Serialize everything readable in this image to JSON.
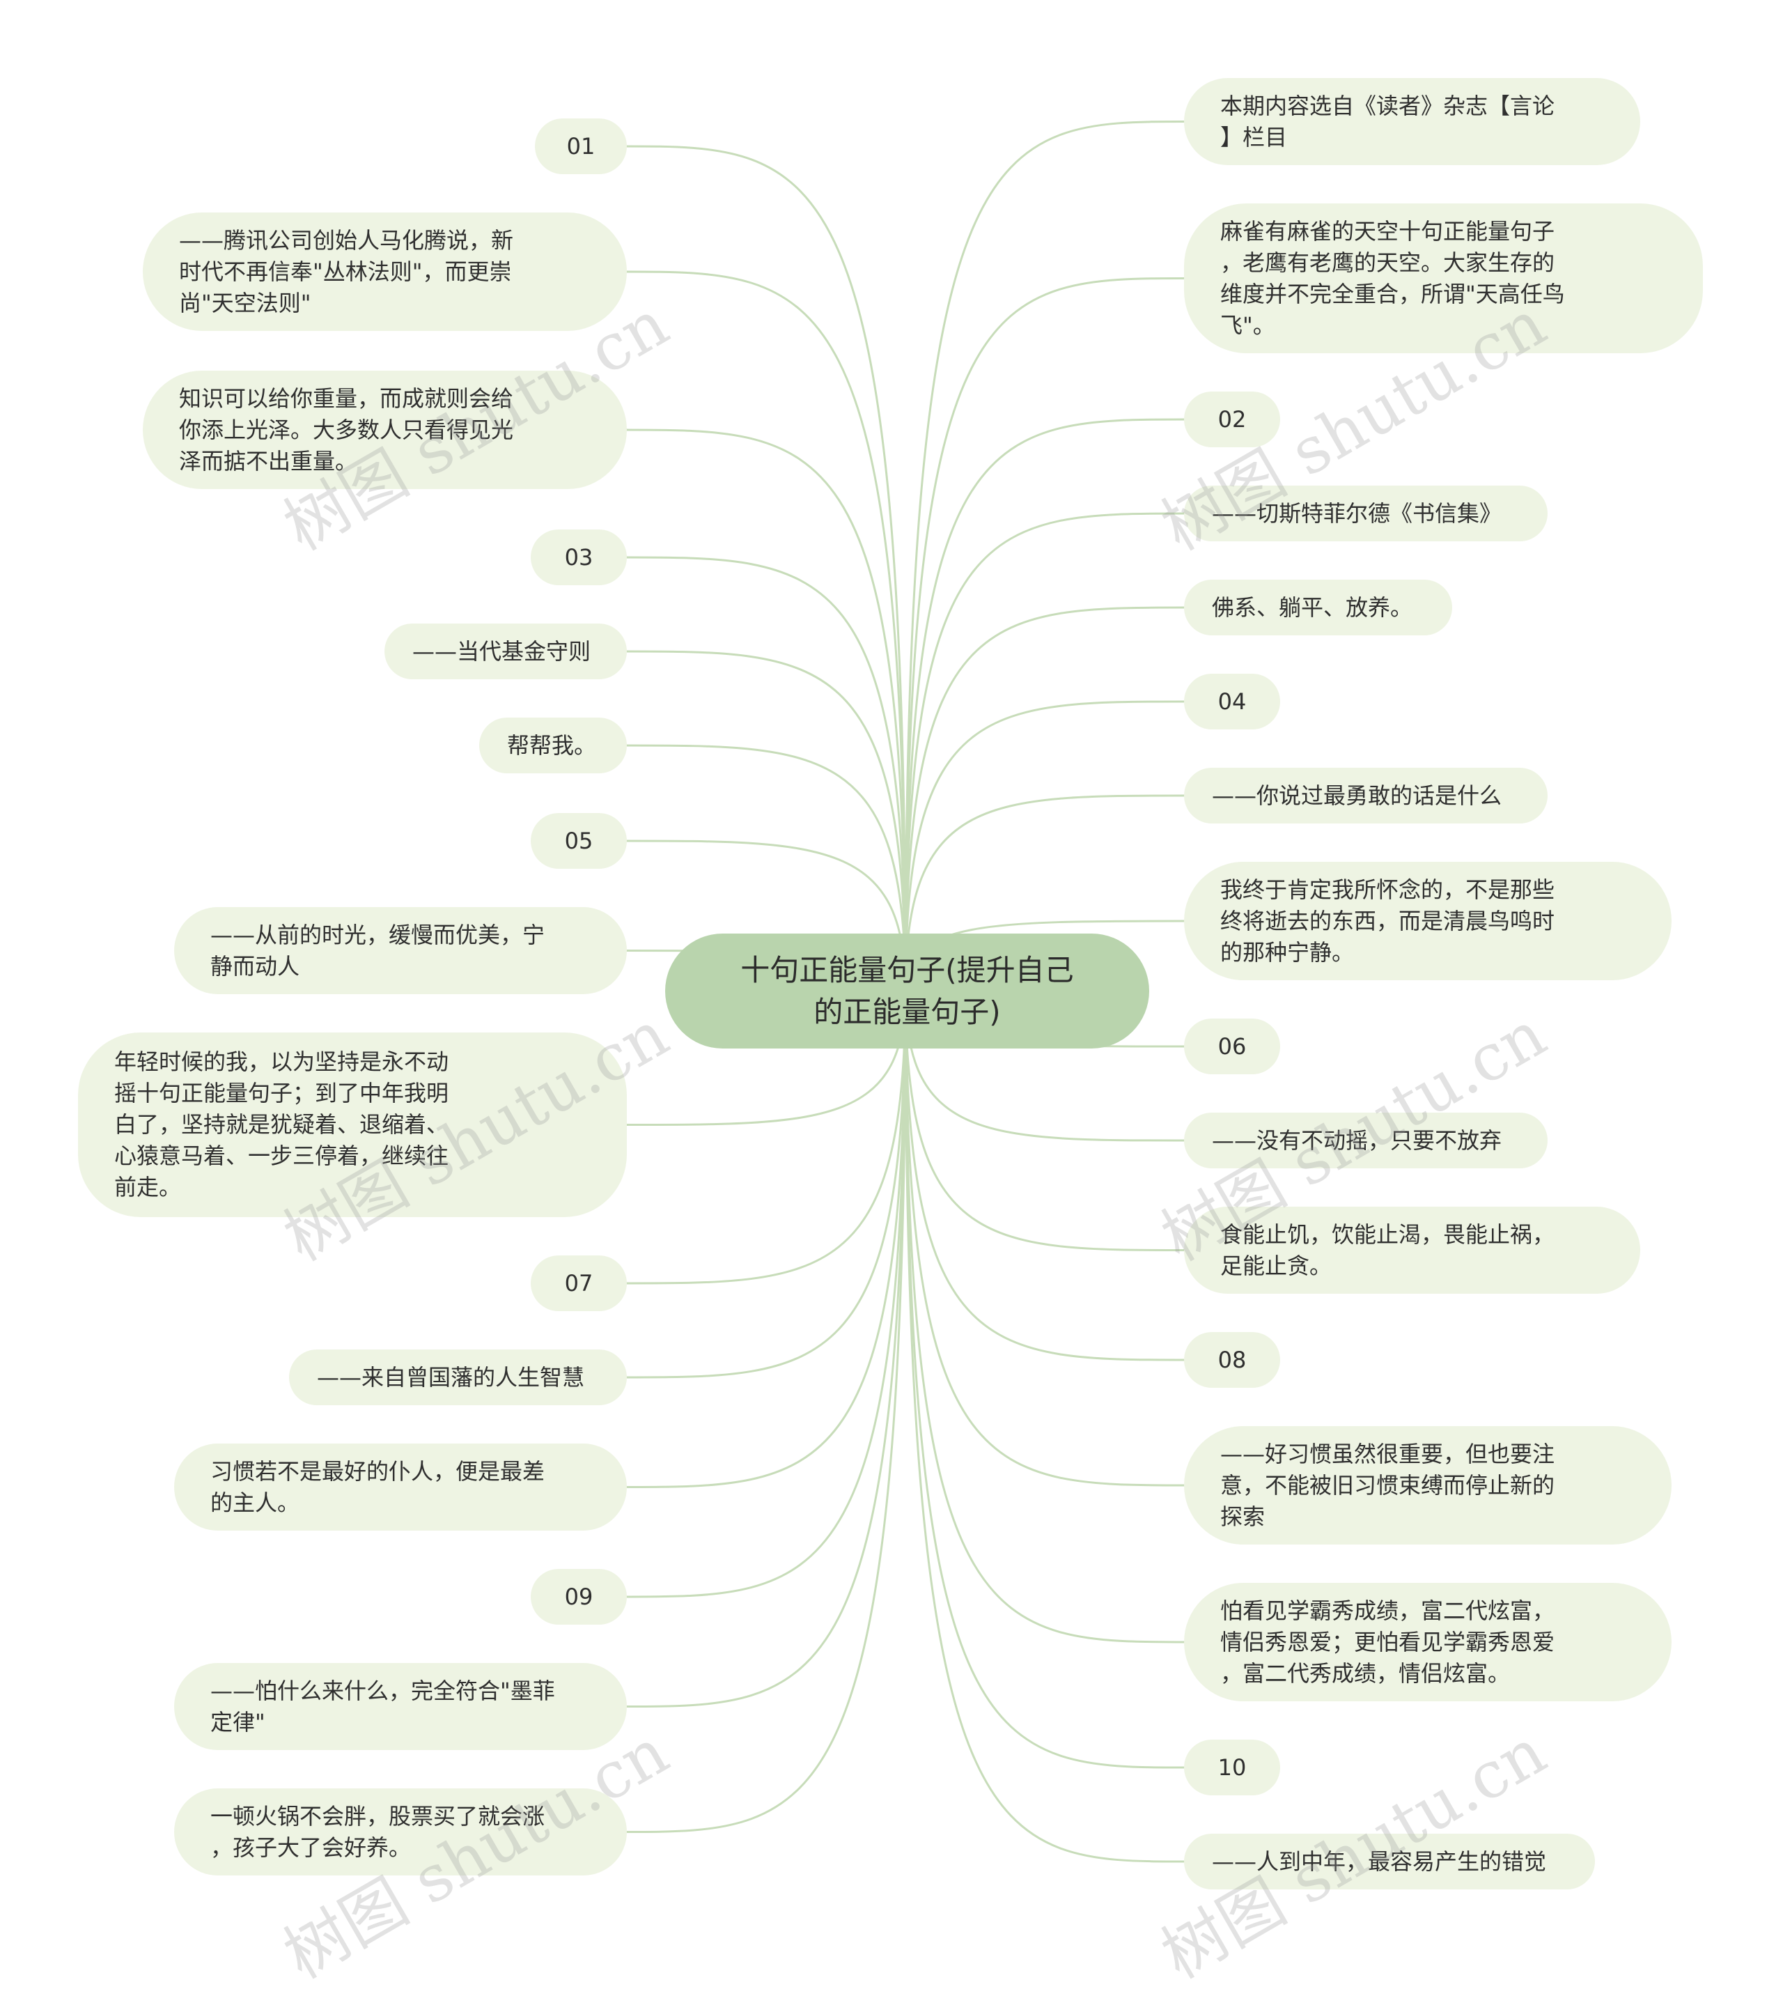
{
  "root": {
    "label": "十句正能量句子(提升自己\n的正能量句子)"
  },
  "left_nodes": [
    {
      "id": "L0",
      "text": "01"
    },
    {
      "id": "L1",
      "text": "——腾讯公司创始人马化腾说，新\n时代不再信奉\"丛林法则\"，而更崇\n尚\"天空法则\""
    },
    {
      "id": "L2",
      "text": "知识可以给你重量，而成就则会给\n你添上光泽。大多数人只看得见光\n泽而掂不出重量。"
    },
    {
      "id": "L3",
      "text": "03"
    },
    {
      "id": "L4",
      "text": "——当代基金守则"
    },
    {
      "id": "L5",
      "text": "帮帮我。"
    },
    {
      "id": "L6",
      "text": "05"
    },
    {
      "id": "L7",
      "text": "——从前的时光，缓慢而优美，宁\n静而动人"
    },
    {
      "id": "L8",
      "text": "年轻时候的我，以为坚持是永不动\n摇十句正能量句子；到了中年我明\n白了，坚持就是犹疑着、退缩着、\n心猿意马着、一步三停着，继续往\n前走。"
    },
    {
      "id": "L9",
      "text": "07"
    },
    {
      "id": "L10",
      "text": "——来自曾国藩的人生智慧"
    },
    {
      "id": "L11",
      "text": "习惯若不是最好的仆人，便是最差\n的主人。"
    },
    {
      "id": "L12",
      "text": "09"
    },
    {
      "id": "L13",
      "text": "——怕什么来什么，完全符合\"墨菲\n定律\""
    },
    {
      "id": "L14",
      "text": "一顿火锅不会胖，股票买了就会涨\n，孩子大了会好养。"
    }
  ],
  "right_nodes": [
    {
      "id": "R0",
      "text": "本期内容选自《读者》杂志【言论\n】栏目"
    },
    {
      "id": "R1",
      "text": "麻雀有麻雀的天空十句正能量句子\n，老鹰有老鹰的天空。大家生存的\n维度并不完全重合，所谓\"天高任鸟\n飞\"。"
    },
    {
      "id": "R2",
      "text": "02"
    },
    {
      "id": "R3",
      "text": "——切斯特菲尔德《书信集》"
    },
    {
      "id": "R4",
      "text": "佛系、躺平、放养。"
    },
    {
      "id": "R5",
      "text": "04"
    },
    {
      "id": "R6",
      "text": "——你说过最勇敢的话是什么"
    },
    {
      "id": "R7",
      "text": "我终于肯定我所怀念的，不是那些\n终将逝去的东西，而是清晨鸟鸣时\n的那种宁静。"
    },
    {
      "id": "R8",
      "text": "06"
    },
    {
      "id": "R9",
      "text": "——没有不动摇，只要不放弃"
    },
    {
      "id": "R10",
      "text": "食能止饥，饮能止渴，畏能止祸，\n足能止贪。"
    },
    {
      "id": "R11",
      "text": "08"
    },
    {
      "id": "R12",
      "text": "——好习惯虽然很重要，但也要注\n意，不能被旧习惯束缚而停止新的\n探索"
    },
    {
      "id": "R13",
      "text": "怕看见学霸秀成绩，富二代炫富，\n情侣秀恩爱；更怕看见学霸秀恩爱\n，富二代秀成绩，情侣炫富。"
    },
    {
      "id": "R14",
      "text": "10"
    },
    {
      "id": "R15",
      "text": "——人到中年，最容易产生的错觉"
    }
  ],
  "watermark": "树图 shutu.cn",
  "colors": {
    "root_fill": "#b9d4ad",
    "node_fill": "#eef4e3",
    "link": "#c7dcb9",
    "text": "#2f2f2f"
  }
}
